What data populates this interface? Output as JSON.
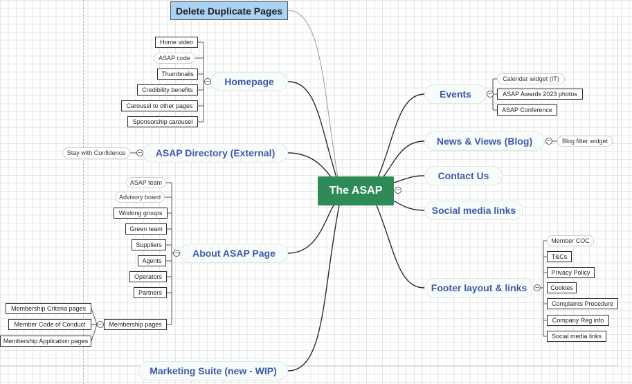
{
  "root": {
    "title": "The ASAP"
  },
  "flag": {
    "label": "Delete Duplicate Pages"
  },
  "collapse_symbol": "−",
  "branches": {
    "homepage": {
      "label": "Homepage",
      "children": [
        "Home video",
        "ASAP code",
        "Thumbnails",
        "Credibility benefits",
        "Carousel to other pages",
        "Sponsorship carousel"
      ]
    },
    "directory": {
      "label": "ASAP Directory (External)",
      "children": [
        "Stay with Confidence"
      ]
    },
    "about": {
      "label": "About ASAP Page",
      "children": [
        "ASAP team",
        "Advisory board",
        "Working groups",
        "Green team",
        "Suppliers",
        "Agents",
        "Operators",
        "Partners",
        "Membership pages"
      ]
    },
    "membership": {
      "children": [
        "Membership Criteria pages",
        "Member Code of Conduct",
        "Membership Application pages"
      ]
    },
    "marketing": {
      "label": "Marketing Suite (new - WIP)"
    },
    "events": {
      "label": "Events",
      "children": [
        "Calendar widget (IT)",
        "ASAP Awards 2023 photos",
        "ASAP Conference"
      ]
    },
    "news": {
      "label": "News & Views (Blog)",
      "children": [
        "Blog filter widget"
      ]
    },
    "contact": {
      "label": "Contact Us"
    },
    "social": {
      "label": "Social media links"
    },
    "footer": {
      "label": "Footer layout & links",
      "children": [
        "Member COC",
        "T&Cs",
        "Privacy Policy",
        "Cookies",
        "Complaints Procedure",
        "Company Reg info",
        "Social media links"
      ]
    }
  },
  "colors": {
    "root_fill": "#2e8b57",
    "topic_text": "#3d5aa8",
    "flag_fill": "#a9d2f5",
    "link": "#2b2b2b"
  }
}
